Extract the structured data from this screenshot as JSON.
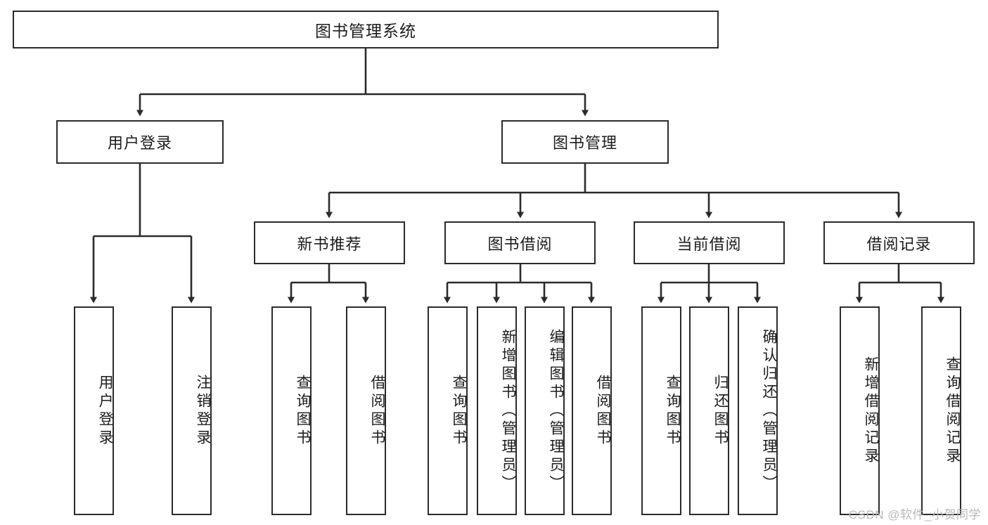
{
  "diagram": {
    "title": "图书管理系统",
    "type": "tree-hierarchy-diagram",
    "root": {
      "label": "图书管理系统"
    },
    "level2": [
      {
        "label": "用户登录"
      },
      {
        "label": "图书管理"
      }
    ],
    "level3": [
      {
        "label": "新书推荐"
      },
      {
        "label": "图书借阅"
      },
      {
        "label": "当前借阅"
      },
      {
        "label": "借阅记录"
      }
    ],
    "leaves": {
      "user_login": [
        {
          "label": "用户登录"
        },
        {
          "label": "注销登录"
        }
      ],
      "new_book_recommend": [
        {
          "label": "查询图书"
        },
        {
          "label": "借阅图书"
        }
      ],
      "book_borrow": [
        {
          "label": "查询图书"
        },
        {
          "label": "新增图书（管理员）"
        },
        {
          "label": "编辑图书（管理员）"
        },
        {
          "label": "借阅图书"
        }
      ],
      "current_borrow": [
        {
          "label": "查询图书"
        },
        {
          "label": "归还图书"
        },
        {
          "label": "确认归还（管理员）"
        }
      ],
      "borrow_record": [
        {
          "label": "新增借阅记录"
        },
        {
          "label": "查询借阅记录"
        }
      ]
    }
  },
  "watermark": {
    "text": "CSDN @软件_小贺同学"
  },
  "colors": {
    "border": "#2b2b2b",
    "background": "#ffffff",
    "text": "#1c1c1c",
    "watermark": "#b9b9b9"
  }
}
